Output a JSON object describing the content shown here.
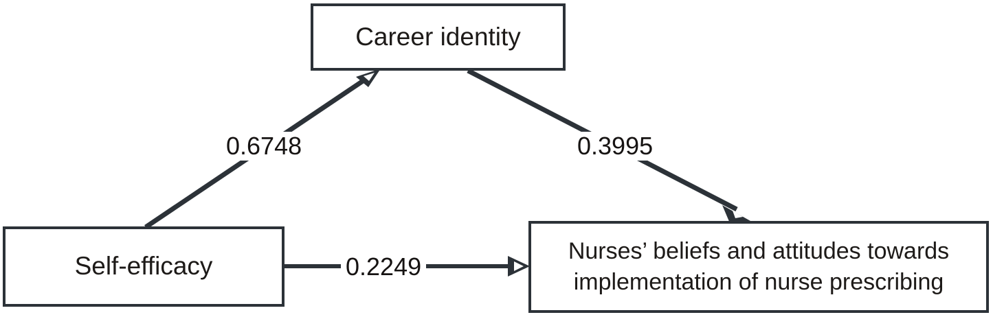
{
  "diagram": {
    "type": "mediation-path-model",
    "background": "#ffffff",
    "stroke_color": "#2c3238",
    "text_color": "#1d1a18",
    "nodes": [
      {
        "id": "career_identity",
        "label": "Career identity",
        "role": "mediator",
        "position": "top-center"
      },
      {
        "id": "self_efficacy",
        "label": "Self-efficacy",
        "role": "predictor",
        "position": "bottom-left"
      },
      {
        "id": "outcome",
        "label": "Nurses’ beliefs and attitudes towards\nimplementation of nurse prescribing",
        "role": "outcome",
        "position": "bottom-right"
      }
    ],
    "edges": [
      {
        "id": "a_path",
        "from": "self_efficacy",
        "to": "career_identity",
        "coefficient": "0.6748",
        "arrowhead": "filled-triangle"
      },
      {
        "id": "b_path",
        "from": "career_identity",
        "to": "outcome",
        "coefficient": "0.3995",
        "arrowhead": "filled-triangle"
      },
      {
        "id": "c_path",
        "from": "self_efficacy",
        "to": "outcome",
        "coefficient": "0.2249",
        "arrowhead": "filled-triangle"
      }
    ]
  }
}
